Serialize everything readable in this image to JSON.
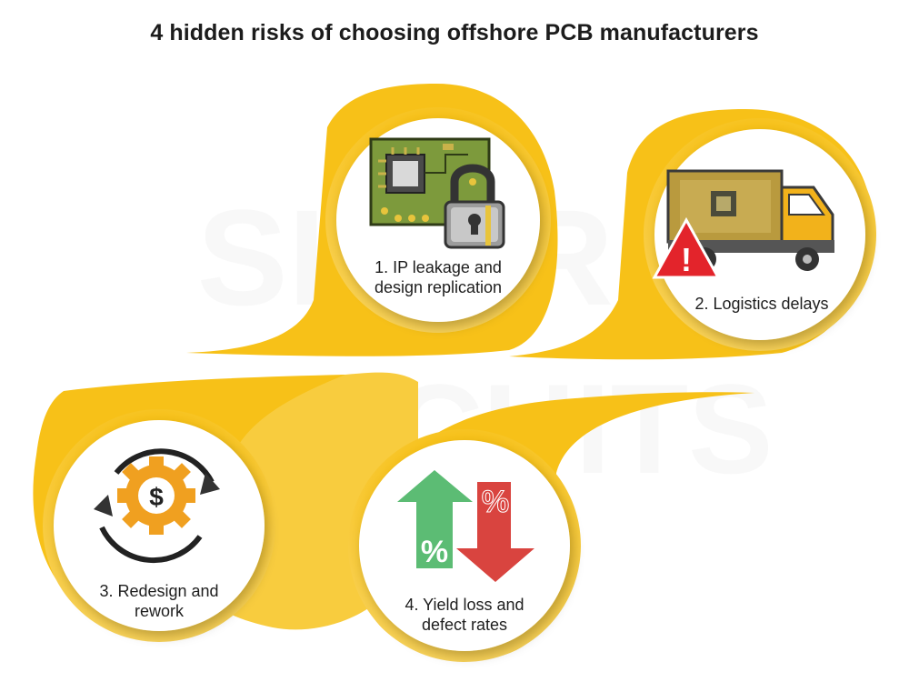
{
  "title": "4 hidden risks of choosing offshore PCB manufacturers",
  "watermark": {
    "line1": "SIERRA",
    "line2": "CIRCUITS"
  },
  "colors": {
    "yellow": "#f7c118",
    "yellow_light": "#fbd873",
    "circle": "#ffffff",
    "text": "#1e1e1e",
    "pcb_green": "#7d9a3c",
    "warning_red": "#e3242b",
    "arrow_green": "#5cbc74",
    "arrow_red": "#d9443f",
    "gear_orange": "#f0a020"
  },
  "risks": [
    {
      "label": "1. IP leakage and\ndesign replication",
      "icon": "pcb-padlock-icon"
    },
    {
      "label": "2. Logistics delays",
      "icon": "delivery-truck-warning-icon"
    },
    {
      "label": "3. Redesign and\nrework",
      "icon": "dollar-gear-cycle-icon"
    },
    {
      "label": "4. Yield loss and\ndefect rates",
      "icon": "percent-arrows-icon"
    }
  ],
  "icon_text": {
    "dollar": "$",
    "percent": "%",
    "alert": "!"
  }
}
